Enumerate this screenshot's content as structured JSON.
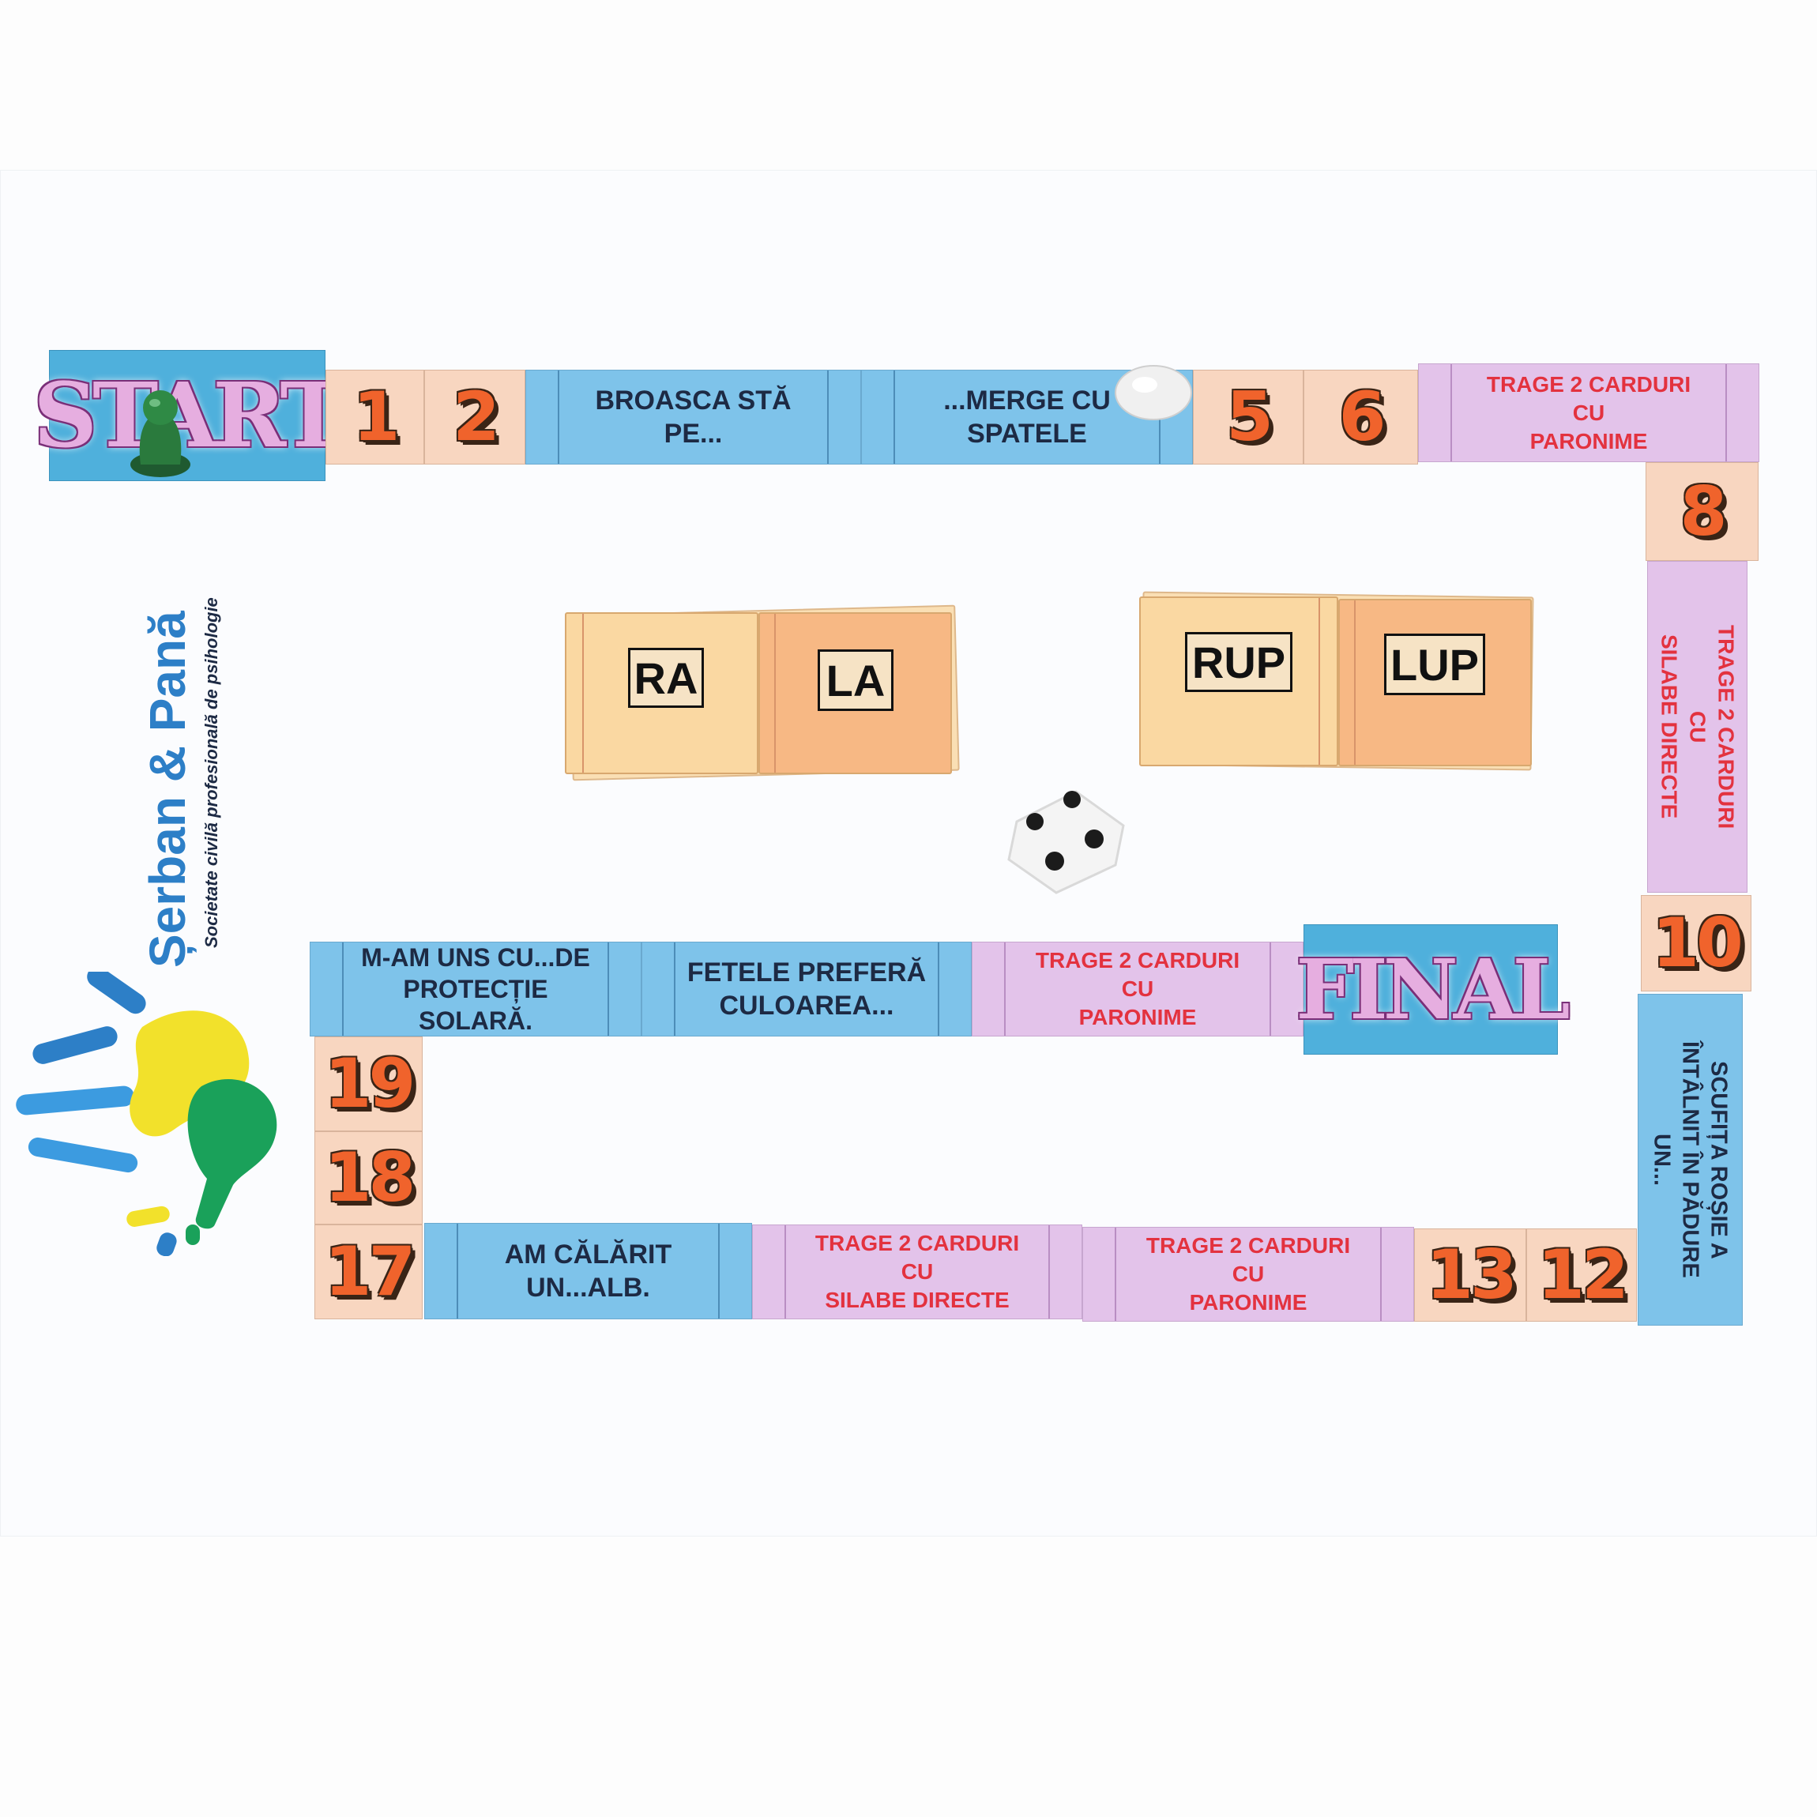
{
  "brand": {
    "name": "Șerban & Pană",
    "tagline": "Societate civilă profesională de psihologie",
    "colors": {
      "blue": "#2d7fc7",
      "yellow": "#f2e12b",
      "green": "#1aa15a"
    }
  },
  "start_label": "START",
  "final_label": "FINAL",
  "track": {
    "n1": "1",
    "n2": "2",
    "broasca": "BROASCA STĂ\nPE...",
    "merge": "...MERGE CU\nSPATELE",
    "n5": "5",
    "n6": "6",
    "trage7": "TRAGE 2 CARDURI\nCU\nPARONIME",
    "n8": "8",
    "trage9": "TRAGE 2 CARDURI\nCU\nSILABE DIRECTE",
    "n10": "10",
    "scufita": "SCUFIȚA ROȘIE A\nÎNTÂLNIT ÎN PĂDURE\nUN...",
    "n12": "12",
    "n13": "13",
    "trage14": "TRAGE 2 CARDURI\nCU\nPARONIME",
    "trage15": "TRAGE 2 CARDURI\nCU\nSILABE DIRECTE",
    "calarit": "AM CĂLĂRIT\nUN...ALB.",
    "n17": "17",
    "n18": "18",
    "n19": "19",
    "uns": "M-AM UNS CU...DE\nPROTECȚIE\nSOLARĂ.",
    "fetele": "FETELE PREFERĂ\nCULOAREA...",
    "trage22": "TRAGE 2 CARDURI\nCU\nPARONIME"
  },
  "decks": {
    "left": {
      "card1": "RA",
      "card2": "LA"
    },
    "right": {
      "card1": "RUP",
      "card2": "LUP"
    }
  },
  "die": {
    "value": 4
  }
}
